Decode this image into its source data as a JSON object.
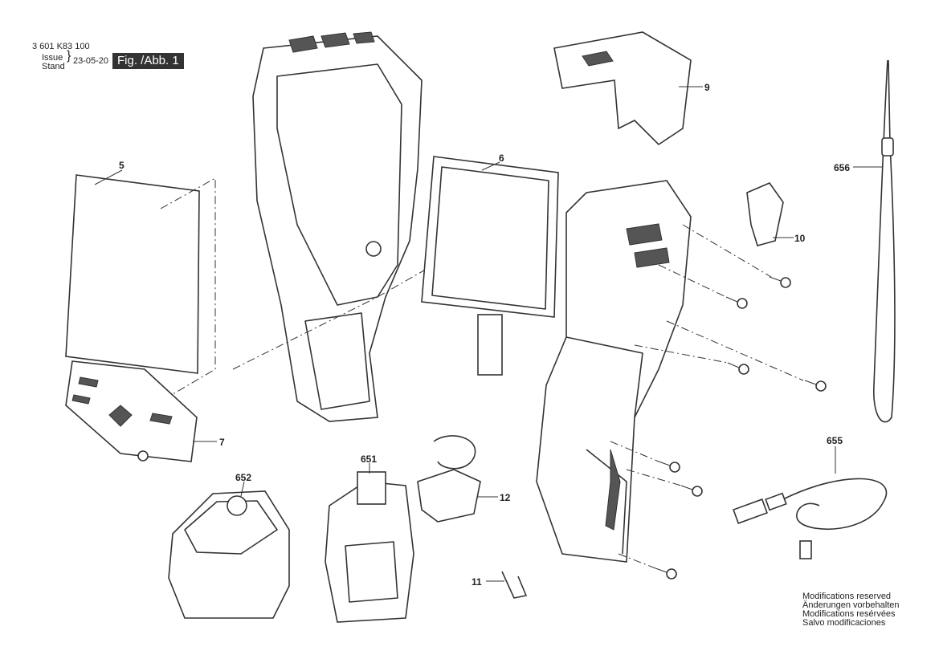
{
  "header": {
    "part_number": "3 601 K83 100",
    "issue_label": "Issue",
    "stand_label": "Stand",
    "date": "23-05-20",
    "figure_label": "Fig. /Abb. 1"
  },
  "callouts": [
    "5",
    "6",
    "9",
    "656",
    "10",
    "7",
    "652",
    "651",
    "12",
    "655",
    "11"
  ],
  "footer": {
    "lines": [
      "Modifications reserved",
      "Änderungen vorbehalten",
      "Modifications resérvées",
      "Salvo modificaciones"
    ]
  }
}
